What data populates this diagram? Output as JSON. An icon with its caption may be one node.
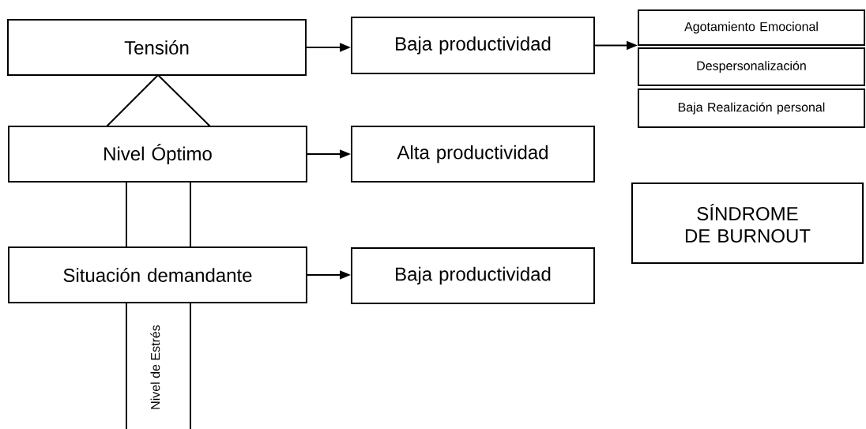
{
  "diagram": {
    "nodes": [
      {
        "text": [
          "Tensión"
        ]
      },
      {
        "text": [
          "Baja productividad"
        ]
      },
      {
        "text": [
          "Agotamiento Emocional"
        ]
      },
      {
        "text": [
          "Despersonalización"
        ]
      },
      {
        "text": [
          "Baja Realización personal"
        ]
      },
      {
        "text": [
          "Nivel Óptimo"
        ]
      },
      {
        "text": [
          "Alta productividad"
        ]
      },
      {
        "text": [
          "SÍNDROME DE BURNOUT"
        ]
      },
      {
        "text": [
          "Situación demandante"
        ]
      },
      {
        "text": [
          "Baja productividad"
        ]
      }
    ],
    "edges": [
      {
        "from": 0,
        "to": 1,
        "arrow": "to"
      },
      {
        "from": 1,
        "to": 2,
        "arrow": "to"
      },
      {
        "from": 5,
        "to": 6,
        "arrow": "to"
      },
      {
        "from": 8,
        "to": 9,
        "arrow": "to"
      }
    ],
    "labels": [
      "Nivel de Estrés"
    ]
  }
}
